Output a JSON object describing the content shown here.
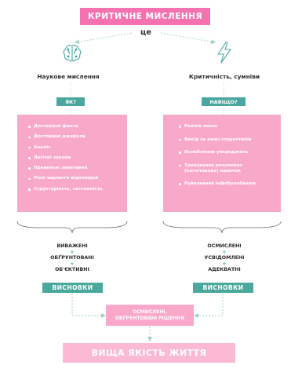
{
  "title": "КРИТИЧНЕ МИСЛЕННЯ",
  "connector": "це",
  "left": {
    "icon": "brain-icon",
    "heading": "Наукове мислення",
    "tag": "ЯК?",
    "items": [
      "Достовірні факти",
      "Достовірні джерела",
      "Аналіз",
      "Логічні закони",
      "Правильні запитання",
      "Різні варіанти відповідей",
      "Структурність, системність"
    ],
    "outcomes": [
      "ВИВАЖЕНІ",
      "ОБҐРУНТОВАНІ",
      "ОБ'ЄКТИВНІ"
    ],
    "conclusion": "ВИСНОВКИ"
  },
  "right": {
    "icon": "lightning-icon",
    "heading": "Критичність, сумніви",
    "tag": "НАВІЩО?",
    "items": [
      "Ревізія знань",
      "Вихід за межі стереотипів",
      "Ослаблення упереджень",
      "Тренування розумових (когнітивних) навичок",
      "Руйнування інфобульбашок"
    ],
    "outcomes": [
      "ОСМИСЛЕНІ",
      "УСВІДОМЛЕНІ",
      "АДЕКВАТНІ"
    ],
    "conclusion": "ВИСНОВКИ"
  },
  "plus": "+",
  "decision": [
    "ОСМИСЛЕНІ,",
    "ОБҐРУНТОВАНІ РІШЕННЯ"
  ],
  "final": "ВИЩА ЯКІСТЬ ЖИТТЯ",
  "colors": {
    "pink": "#f472b0",
    "light_pink": "#f8a9c9",
    "teal": "#49a7a0"
  }
}
